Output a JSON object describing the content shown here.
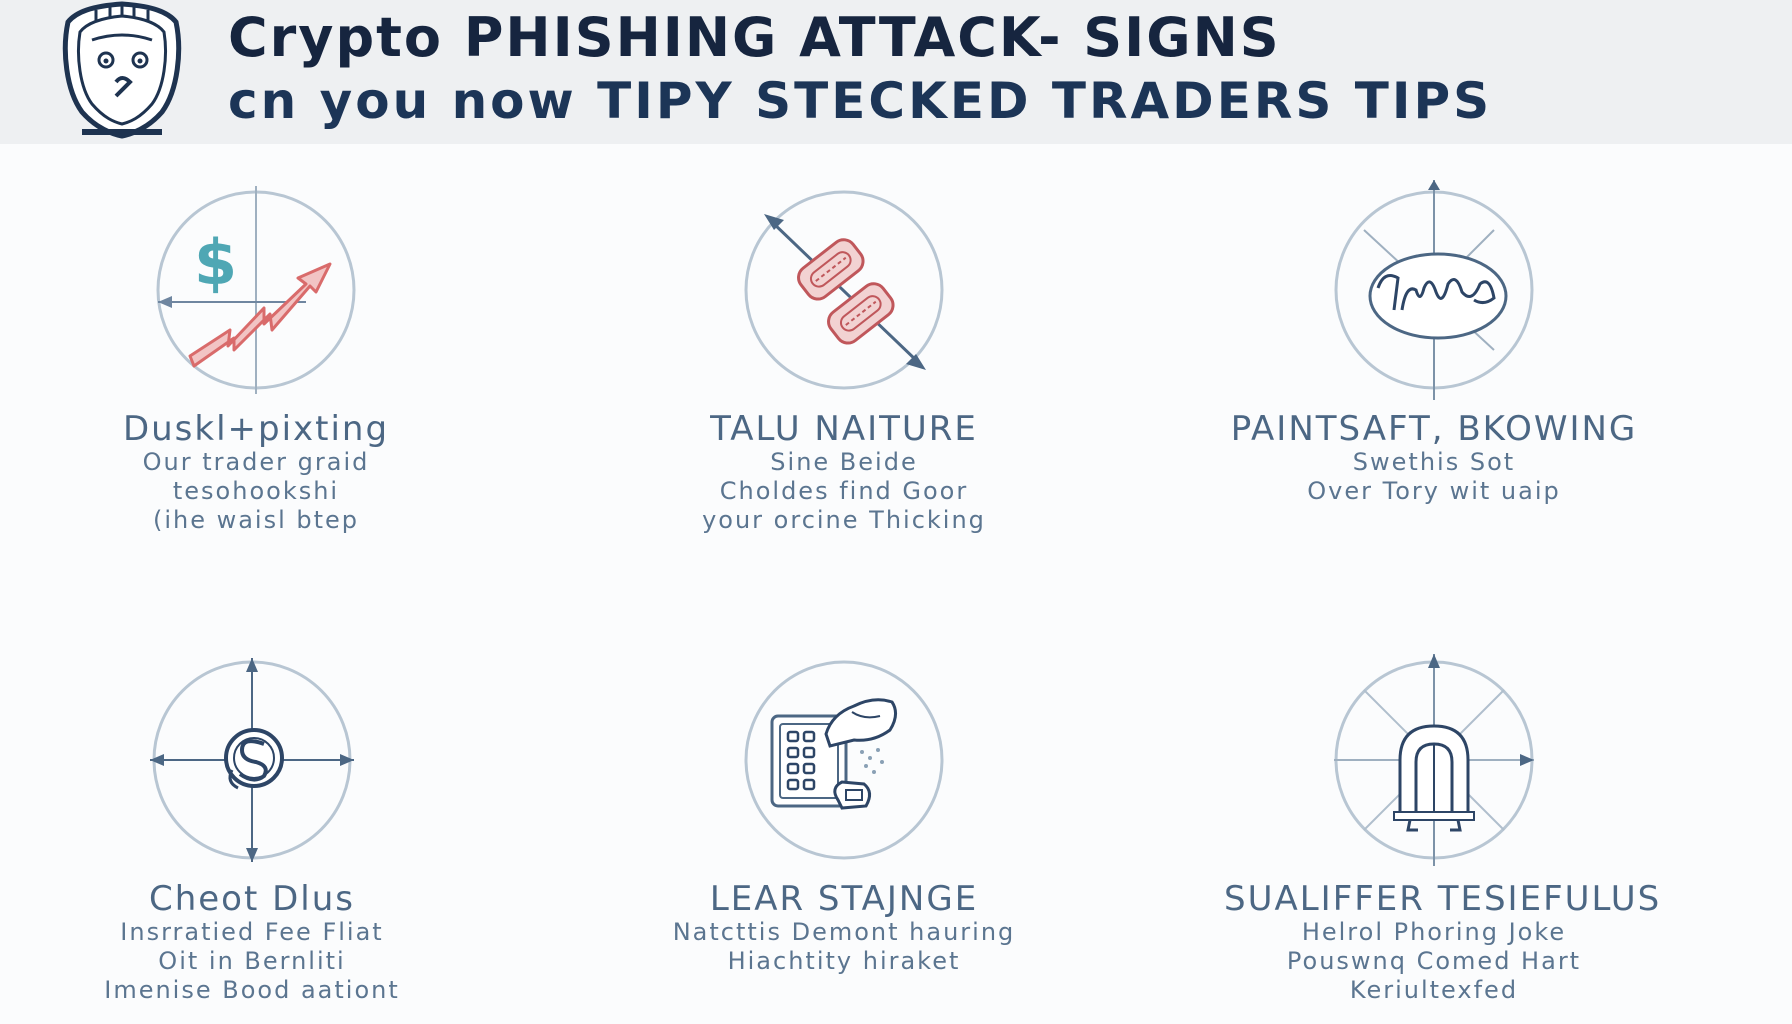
{
  "header": {
    "title_line1": "Crypto PHISHING ATTACK- SIGNS",
    "title_line2": "cn you now TIPY STECKED TRADERS TIPS",
    "mascot_icon": "shield-face-icon"
  },
  "colors": {
    "ink": "#1e3350",
    "muted_text": "#5b7590",
    "accent_teal": "#4fa7b4",
    "accent_red": "#e07a7a",
    "header_bg": "#eef0f2"
  },
  "cards": [
    {
      "icon": "dollar-chart-icon",
      "title": "Duskl+pixting",
      "lines": [
        "Our trader graid",
        "tesohookshi",
        "(ihe waisl btep"
      ]
    },
    {
      "icon": "broken-link-icon",
      "title": "TALU NAITURE",
      "lines": [
        "Sine Beide",
        "Choldes find Goor",
        "your orcine Thicking"
      ]
    },
    {
      "icon": "cloud-scribble-icon",
      "title": "PAINTSAFT, BKOWING",
      "lines": [
        "Swethis Sot",
        "Over Tory wit uaip"
      ]
    },
    {
      "icon": "coin-compass-icon",
      "title": "Cheot Dlus",
      "lines": [
        "Insrratied Fee Fliat",
        "Oit in Bernliti",
        "Imenise Bood aationt"
      ]
    },
    {
      "icon": "hand-keypad-icon",
      "title": "LEAR STAJNGE",
      "lines": [
        "Natcttis Demont hauring",
        "Hiachtity hiraket"
      ]
    },
    {
      "icon": "arch-robot-icon",
      "title": "SUALIFFER TESIEFULUS",
      "lines": [
        "Helrol Phoring Joke",
        "Pouswnq Comed Hart",
        "Keriultexfed"
      ]
    }
  ]
}
